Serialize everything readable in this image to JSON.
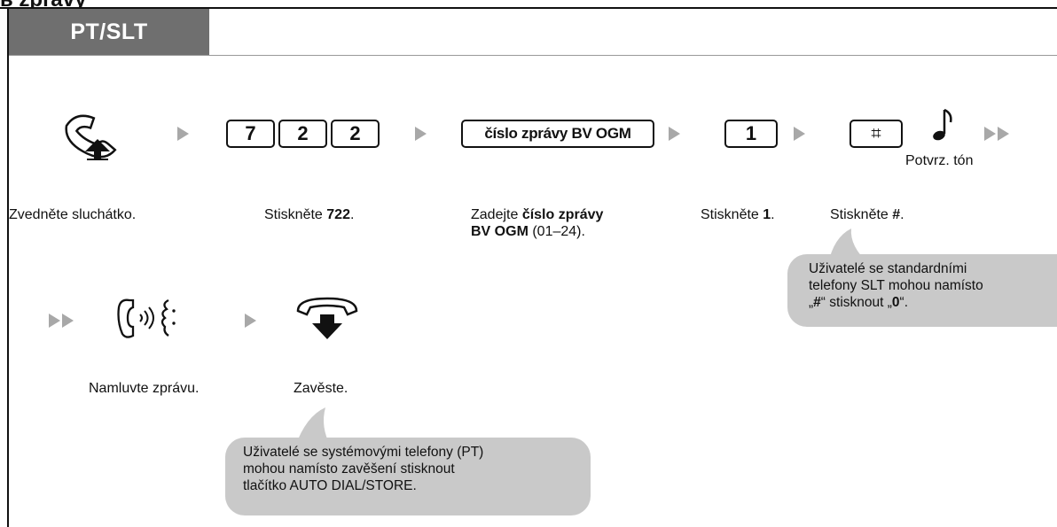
{
  "page": {
    "heading_partial": "ь zprávy",
    "tab_label": "PT/SLT"
  },
  "row1": {
    "keys_722": [
      "7",
      "2",
      "2"
    ],
    "key_msg_number": "číslo zprávy BV OGM",
    "key_1": "1",
    "key_hash": "⌗",
    "confirm_tone_label": "Potvrz. tón",
    "captions": {
      "offhook": "Zvedněte sluchátko.",
      "press_722_prefix": "Stiskněte ",
      "press_722_bold": "722",
      "press_722_suffix": ".",
      "enter_prefix": "Zadejte ",
      "enter_bold_line1": "číslo zprávy",
      "enter_bold_line2": "BV OGM",
      "enter_suffix": " (01–24).",
      "press_1_prefix": "Stiskněte ",
      "press_1_bold": "1",
      "press_1_suffix": ".",
      "press_hash_prefix": "Stiskněte ",
      "press_hash_bold": "#",
      "press_hash_suffix": "."
    },
    "note": {
      "line1": "Uživatelé se standardními",
      "line2": "telefony SLT mohou namísto",
      "line3_a": "„",
      "line3_b": "#",
      "line3_c": "“ stisknout „",
      "line3_d": "0",
      "line3_e": "“."
    }
  },
  "row2": {
    "captions": {
      "speak": "Namluvte zprávu.",
      "hangup": "Zavěste."
    },
    "note": {
      "line1": "Uživatelé se systémovými telefony (PT)",
      "line2": "mohou namísto zavěšení stisknout",
      "line3": "tlačítko AUTO DIAL/STORE."
    }
  },
  "icons": [
    "offhook-handset-icon",
    "music-note-icon",
    "speak-handset-icon",
    "onhook-handset-icon",
    "step-arrow-icon",
    "double-arrow-icon"
  ]
}
